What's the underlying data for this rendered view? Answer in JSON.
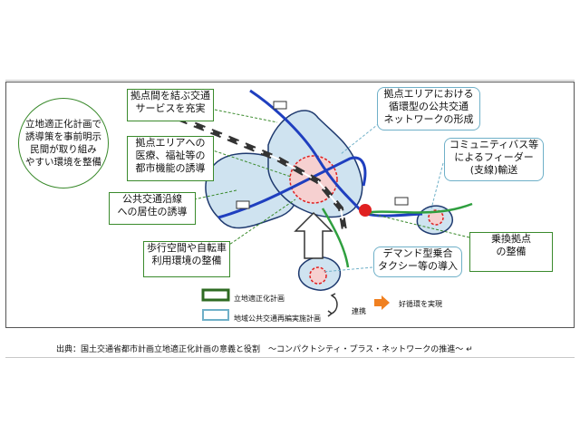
{
  "labels": {
    "plan_bubble": "立地適正化計画で\n誘導策を事前明示\n民間が取り組み\nやすい環境を整備",
    "connect_service": "拠点間を結ぶ交通\nサービスを充実",
    "urban_function": "拠点エリアへの\n医療、福祉等の\n都市機能の誘導",
    "residence": "公共交通沿線\nへの居住の誘導",
    "walk_bike": "歩行空間や自転車\n利用環境の整備",
    "network": "拠点エリアにおける\n循環型の公共交通\nネットワークの形成",
    "feeder": "コミュニティバス等\nによるフィーダー\n(支線)輸送",
    "transfer": "乗換拠点\nの整備",
    "demand_taxi": "デマンド型乗合\nタクシー等の導入"
  },
  "legend": {
    "plan": "立地適正化計画",
    "transport_plan": "地域公共交通再編実施計画",
    "coordination": "連携",
    "virtuous": "好循環を実現"
  },
  "caption": "出典：国土交通省都市計画立地適正化計画の意義と役割　～コンパクトシティ・プラス・ネットワークの推進～ ↵",
  "colors": {
    "green": "#3a8a2c",
    "light_blue": "#6fb0c8",
    "road_blue": "#1f3fbf",
    "area_fill": "#cfe3f0",
    "orange": "#f08020",
    "red": "#e02020"
  }
}
